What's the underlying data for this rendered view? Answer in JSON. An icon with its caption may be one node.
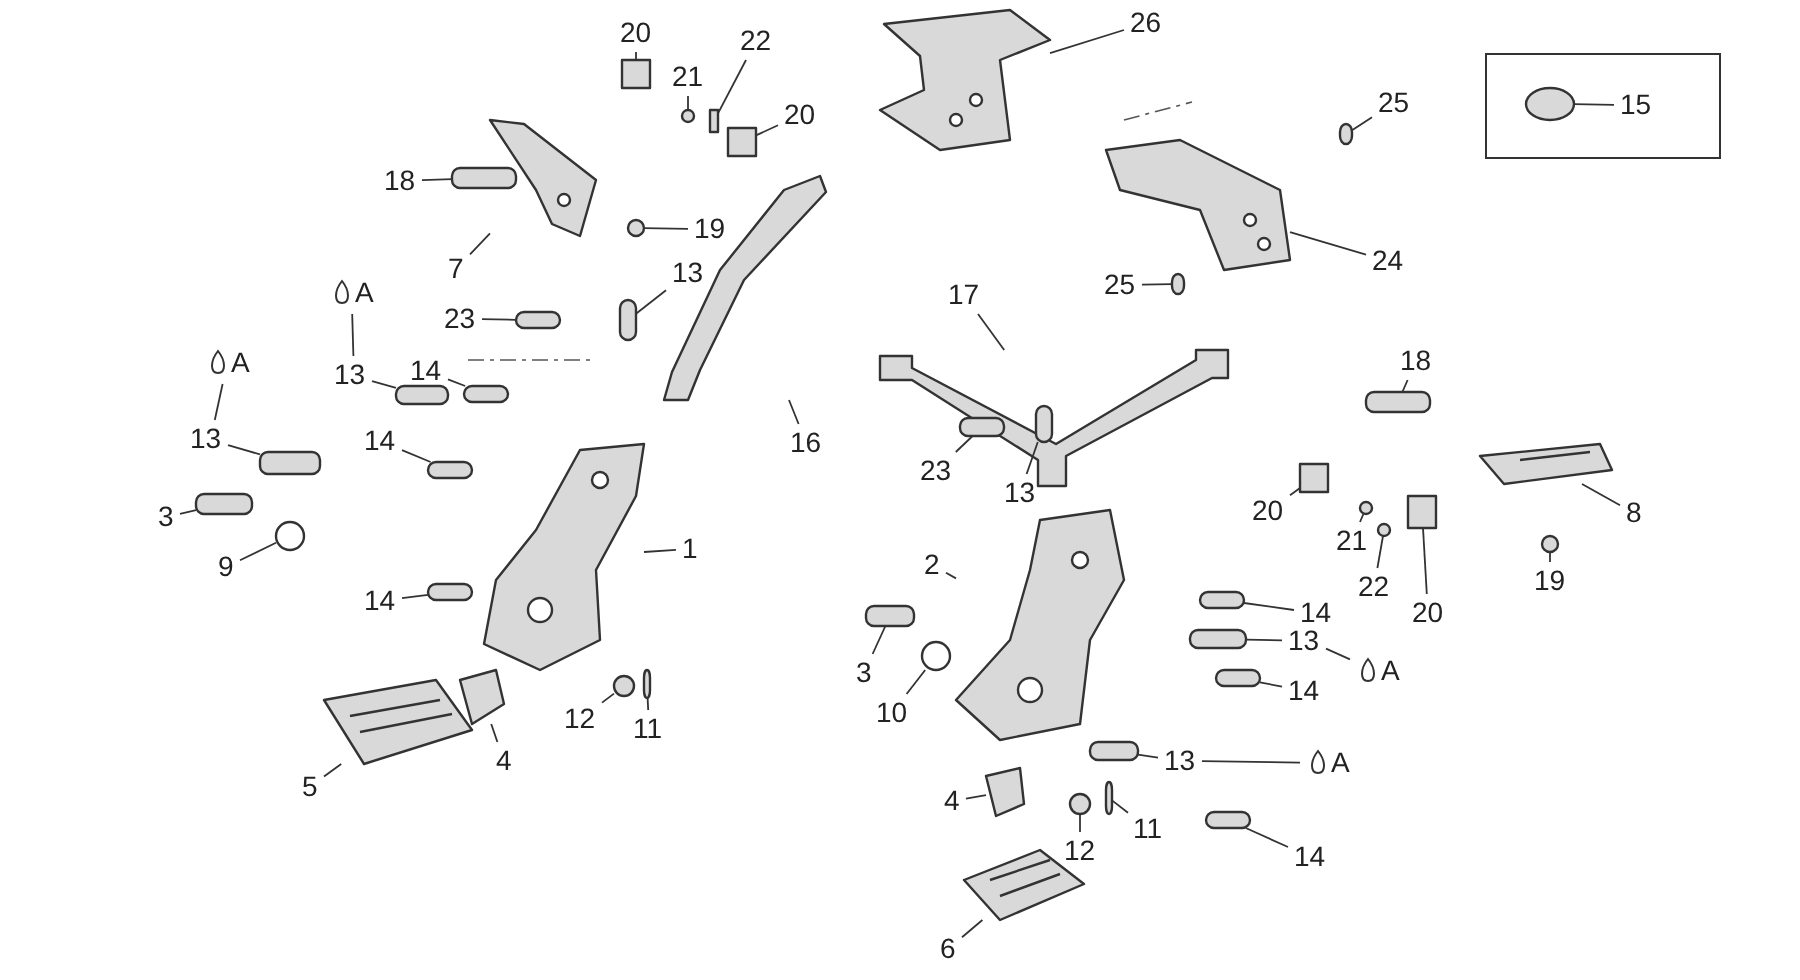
{
  "diagram": {
    "nodes": [
      {
        "text": [
          "20"
        ]
      },
      {
        "text": [
          "21"
        ]
      },
      {
        "text": [
          "22"
        ]
      },
      {
        "text": [
          "20"
        ]
      },
      {
        "text": [
          "18"
        ]
      },
      {
        "text": [
          "7"
        ]
      },
      {
        "text": [
          "19"
        ]
      },
      {
        "text": [
          "13"
        ]
      },
      {
        "text": [
          "23"
        ]
      },
      {
        "text": [
          "A"
        ]
      },
      {
        "text": [
          "A"
        ]
      },
      {
        "text": [
          "13"
        ]
      },
      {
        "text": [
          "14"
        ]
      },
      {
        "text": [
          "13"
        ]
      },
      {
        "text": [
          "14"
        ]
      },
      {
        "text": [
          "16"
        ]
      },
      {
        "text": [
          "1"
        ]
      },
      {
        "text": [
          "3"
        ]
      },
      {
        "text": [
          "9"
        ]
      },
      {
        "text": [
          "14"
        ]
      },
      {
        "text": [
          "5"
        ]
      },
      {
        "text": [
          "4"
        ]
      },
      {
        "text": [
          "12"
        ]
      },
      {
        "text": [
          "11"
        ]
      },
      {
        "text": [
          "26"
        ]
      },
      {
        "text": [
          "15"
        ]
      },
      {
        "text": [
          "25"
        ]
      },
      {
        "text": [
          "25"
        ]
      },
      {
        "text": [
          "24"
        ]
      },
      {
        "text": [
          "17"
        ]
      },
      {
        "text": [
          "18"
        ]
      },
      {
        "text": [
          "23"
        ]
      },
      {
        "text": [
          "13"
        ]
      },
      {
        "text": [
          "20"
        ]
      },
      {
        "text": [
          "21"
        ]
      },
      {
        "text": [
          "8"
        ]
      },
      {
        "text": [
          "2"
        ]
      },
      {
        "text": [
          "22"
        ]
      },
      {
        "text": [
          "20"
        ]
      },
      {
        "text": [
          "19"
        ]
      },
      {
        "text": [
          "14"
        ]
      },
      {
        "text": [
          "13"
        ]
      },
      {
        "text": [
          "A"
        ]
      },
      {
        "text": [
          "3"
        ]
      },
      {
        "text": [
          "10"
        ]
      },
      {
        "text": [
          "14"
        ]
      },
      {
        "text": [
          "13"
        ]
      },
      {
        "text": [
          "A"
        ]
      },
      {
        "text": [
          "4"
        ]
      },
      {
        "text": [
          "11"
        ]
      },
      {
        "text": [
          "12"
        ]
      },
      {
        "text": [
          "14"
        ]
      },
      {
        "text": [
          "6"
        ]
      },
      {
        "text": [],
        "shape": "box"
      },
      {
        "text": [],
        "shape": "circle"
      },
      {
        "text": [],
        "shape": "box"
      },
      {
        "text": [],
        "shape": "box"
      },
      {
        "text": [],
        "shape": "bar"
      },
      {
        "text": [],
        "shape": "picture"
      },
      {
        "text": [],
        "shape": "circle"
      },
      {
        "text": [],
        "shape": "bar"
      },
      {
        "text": [],
        "shape": "bar"
      },
      {
        "text": [],
        "shape": "bar"
      },
      {
        "text": [],
        "shape": "bar"
      },
      {
        "text": [],
        "shape": "bar"
      },
      {
        "text": [],
        "shape": "bar"
      },
      {
        "text": [],
        "shape": "picture"
      },
      {
        "text": [],
        "shape": "picture"
      },
      {
        "text": [],
        "shape": "bar"
      },
      {
        "text": [],
        "shape": "circle"
      },
      {
        "text": [],
        "shape": "bar"
      },
      {
        "text": [],
        "shape": "picture"
      },
      {
        "text": [],
        "shape": "picture"
      },
      {
        "text": [],
        "shape": "circle"
      },
      {
        "text": [],
        "shape": "bar"
      },
      {
        "text": [],
        "shape": "picture"
      },
      {
        "text": [],
        "shape": "circle"
      },
      {
        "text": [],
        "shape": "bar"
      },
      {
        "text": [],
        "shape": "bar"
      },
      {
        "text": [],
        "shape": "picture"
      },
      {
        "text": [],
        "shape": "picture"
      },
      {
        "text": [],
        "shape": "bar"
      },
      {
        "text": [],
        "shape": "bar"
      },
      {
        "text": [],
        "shape": "bar"
      },
      {
        "text": [],
        "shape": "box"
      },
      {
        "text": [],
        "shape": "circle"
      },
      {
        "text": [],
        "shape": "picture"
      },
      {
        "text": [],
        "shape": "picture"
      },
      {
        "text": [],
        "shape": "circle"
      },
      {
        "text": [],
        "shape": "box"
      },
      {
        "text": [],
        "shape": "circle"
      },
      {
        "text": [],
        "shape": "bar"
      },
      {
        "text": [],
        "shape": "bar"
      },
      {
        "text": [],
        "shape": "bar"
      },
      {
        "text": [],
        "shape": "circle"
      },
      {
        "text": [],
        "shape": "bar"
      },
      {
        "text": [],
        "shape": "bar"
      },
      {
        "text": [],
        "shape": "picture"
      },
      {
        "text": [],
        "shape": "bar"
      },
      {
        "text": [],
        "shape": "circle"
      },
      {
        "text": [],
        "shape": "bar"
      },
      {
        "text": [],
        "shape": "picture"
      }
    ],
    "edges": [
      {
        "from": 0,
        "to": 53,
        "arrow": "none"
      },
      {
        "from": 1,
        "to": 54,
        "arrow": "none"
      },
      {
        "from": 2,
        "to": 55,
        "arrow": "none"
      },
      {
        "from": 3,
        "to": 56,
        "arrow": "none"
      },
      {
        "from": 4,
        "to": 57,
        "arrow": "none"
      },
      {
        "from": 5,
        "to": 58,
        "arrow": "none"
      },
      {
        "from": 6,
        "to": 59,
        "arrow": "none"
      },
      {
        "from": 7,
        "to": 60,
        "arrow": "none"
      },
      {
        "from": 8,
        "to": 61,
        "arrow": "none"
      },
      {
        "from": 11,
        "to": 62,
        "arrow": "none"
      },
      {
        "from": 12,
        "to": 63,
        "arrow": "none"
      },
      {
        "from": 13,
        "to": 64,
        "arrow": "none"
      },
      {
        "from": 14,
        "to": 65,
        "arrow": "none"
      },
      {
        "from": 15,
        "to": 66,
        "arrow": "none"
      },
      {
        "from": 16,
        "to": 67,
        "arrow": "none"
      },
      {
        "from": 17,
        "to": 68,
        "arrow": "none"
      },
      {
        "from": 18,
        "to": 69,
        "arrow": "none"
      },
      {
        "from": 19,
        "to": 70,
        "arrow": "none"
      },
      {
        "from": 20,
        "to": 71,
        "arrow": "none"
      },
      {
        "from": 21,
        "to": 72,
        "arrow": "none"
      },
      {
        "from": 22,
        "to": 73,
        "arrow": "none"
      },
      {
        "from": 23,
        "to": 74,
        "arrow": "none"
      },
      {
        "from": 24,
        "to": 75,
        "arrow": "none"
      },
      {
        "from": 25,
        "to": 76,
        "arrow": "none"
      },
      {
        "from": 26,
        "to": 77,
        "arrow": "none"
      },
      {
        "from": 27,
        "to": 78,
        "arrow": "none"
      },
      {
        "from": 28,
        "to": 79,
        "arrow": "none"
      },
      {
        "from": 29,
        "to": 80,
        "arrow": "none"
      },
      {
        "from": 30,
        "to": 81,
        "arrow": "none"
      },
      {
        "from": 31,
        "to": 82,
        "arrow": "none"
      },
      {
        "from": 32,
        "to": 83,
        "arrow": "none"
      },
      {
        "from": 33,
        "to": 84,
        "arrow": "none"
      },
      {
        "from": 34,
        "to": 85,
        "arrow": "none"
      },
      {
        "from": 35,
        "to": 86,
        "arrow": "none"
      },
      {
        "from": 36,
        "to": 87,
        "arrow": "none"
      },
      {
        "from": 37,
        "to": 88,
        "arrow": "none"
      },
      {
        "from": 38,
        "to": 89,
        "arrow": "none"
      },
      {
        "from": 39,
        "to": 90,
        "arrow": "none"
      },
      {
        "from": 40,
        "to": 91,
        "arrow": "none"
      },
      {
        "from": 41,
        "to": 92,
        "arrow": "none"
      },
      {
        "from": 43,
        "to": 93,
        "arrow": "none"
      },
      {
        "from": 44,
        "to": 94,
        "arrow": "none"
      },
      {
        "from": 45,
        "to": 95,
        "arrow": "none"
      },
      {
        "from": 46,
        "to": 96,
        "arrow": "none"
      },
      {
        "from": 48,
        "to": 97,
        "arrow": "none"
      },
      {
        "from": 49,
        "to": 98,
        "arrow": "none"
      },
      {
        "from": 50,
        "to": 99,
        "arrow": "none"
      },
      {
        "from": 51,
        "to": 100,
        "arrow": "none"
      },
      {
        "from": 52,
        "to": 101,
        "arrow": "none"
      },
      {
        "from": 9,
        "to": 11,
        "arrow": "none"
      },
      {
        "from": 10,
        "to": 13,
        "arrow": "none"
      },
      {
        "from": 41,
        "to": 42,
        "arrow": "none"
      },
      {
        "from": 46,
        "to": 47,
        "arrow": "none"
      }
    ]
  }
}
